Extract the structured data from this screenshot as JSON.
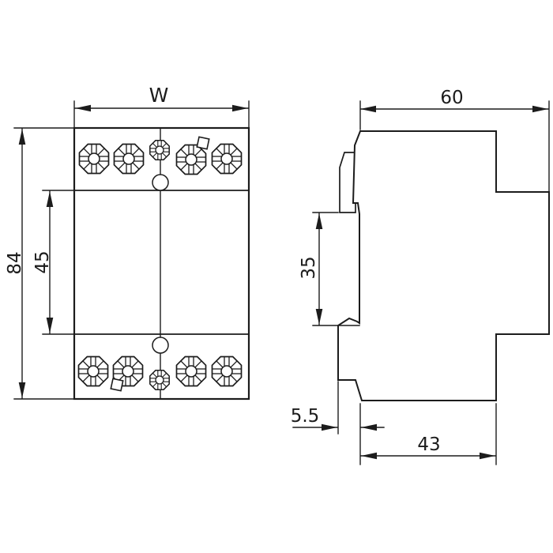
{
  "front_view": {
    "width_label": "W",
    "height_label": "84",
    "inner_height_label": "45"
  },
  "side_view": {
    "depth_label": "60",
    "din_clip_label": "35",
    "offset_label": "5.5",
    "bottom_depth_label": "43"
  },
  "colors": {
    "background": "#ffffff",
    "line": "#1c1c1c"
  }
}
